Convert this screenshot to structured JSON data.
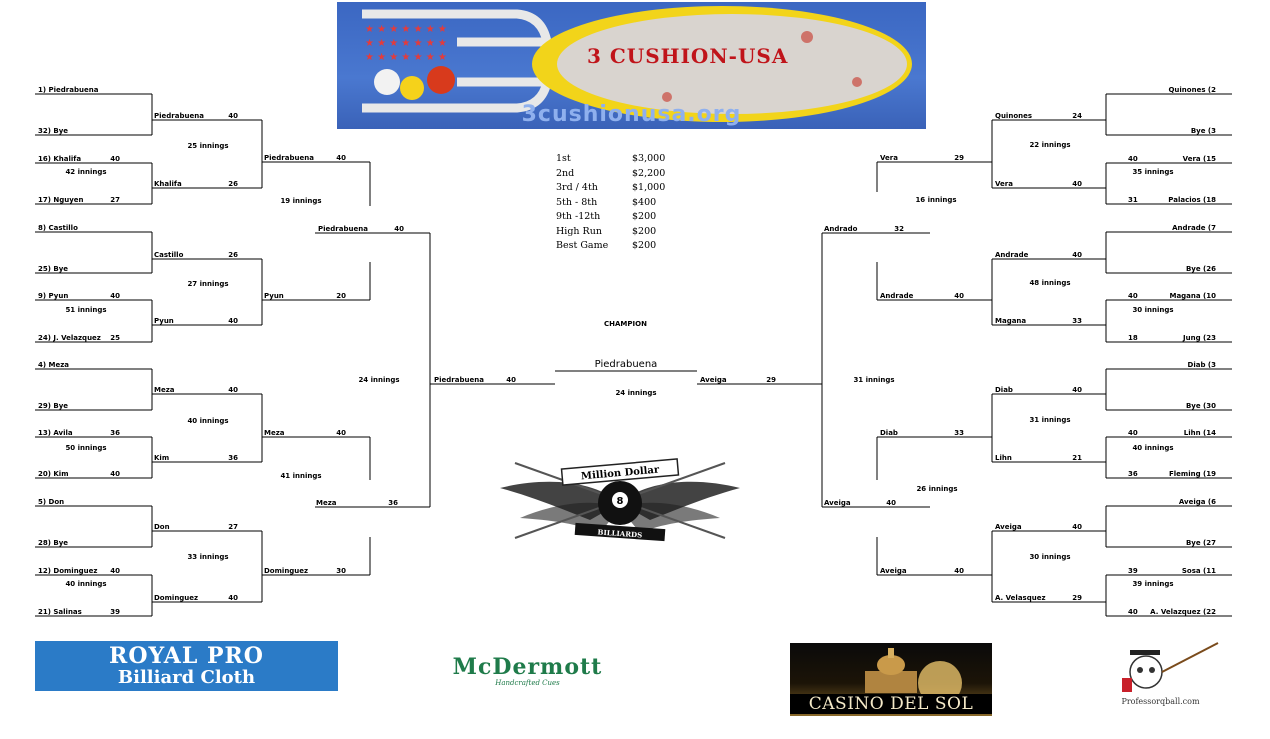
{
  "header": {
    "brand": "3 CUSHION-USA",
    "url": "3cushionusa.org"
  },
  "prizes": [
    {
      "place": "1st",
      "amount": "$3,000"
    },
    {
      "place": "2nd",
      "amount": "$2,200"
    },
    {
      "place": "3rd / 4th",
      "amount": "$1,000"
    },
    {
      "place": "5th - 8th",
      "amount": "$400"
    },
    {
      "place": "9th -12th",
      "amount": "$200"
    },
    {
      "place": "High Run",
      "amount": "$200"
    },
    {
      "place": "Best Game",
      "amount": "$200"
    }
  ],
  "center": {
    "champion_label": "CHAMPION",
    "champion_name": "Piedrabuena",
    "final_innings": "24 innings",
    "final_left_name": "Piedrabuena",
    "final_left_score": "40",
    "final_right_name": "Aveiga",
    "final_right_score": "29"
  },
  "left": {
    "r1": [
      {
        "name": "1) Piedrabuena",
        "score": ""
      },
      {
        "name": "32) Bye",
        "score": ""
      },
      {
        "name": "16) Khalifa",
        "score": "40"
      },
      {
        "name": "17) Nguyen",
        "score": "27"
      },
      {
        "name": "8) Castillo",
        "score": ""
      },
      {
        "name": "25) Bye",
        "score": ""
      },
      {
        "name": "9) Pyun",
        "score": "40"
      },
      {
        "name": "24) J. Velazquez",
        "score": "25"
      },
      {
        "name": "4) Meza",
        "score": ""
      },
      {
        "name": "29) Bye",
        "score": ""
      },
      {
        "name": "13) Avila",
        "score": "36"
      },
      {
        "name": "20) Kim",
        "score": "40"
      },
      {
        "name": "5) Don",
        "score": ""
      },
      {
        "name": "28) Bye",
        "score": ""
      },
      {
        "name": "12) Dominguez",
        "score": "40"
      },
      {
        "name": "21) Salinas",
        "score": "39"
      }
    ],
    "r1_innings": [
      "42 innings",
      "51 innings",
      "50 innings",
      "40 innings"
    ],
    "r2": [
      {
        "name": "Piedrabuena",
        "score": "40"
      },
      {
        "name": "Khalifa",
        "score": "26"
      },
      {
        "name": "Castillo",
        "score": "26"
      },
      {
        "name": "Pyun",
        "score": "40"
      },
      {
        "name": "Meza",
        "score": "40"
      },
      {
        "name": "Kim",
        "score": "36"
      },
      {
        "name": "Don",
        "score": "27"
      },
      {
        "name": "Dominguez",
        "score": "40"
      }
    ],
    "r2_innings": [
      "25 innings",
      "27 innings",
      "40 innings",
      "33 innings"
    ],
    "r3": [
      {
        "name": "Piedrabuena",
        "score": "40"
      },
      {
        "name": "Pyun",
        "score": "20"
      },
      {
        "name": "Meza",
        "score": "40"
      },
      {
        "name": "Dominguez",
        "score": "30"
      }
    ],
    "r3_innings": [
      "19 innings",
      "41 innings"
    ],
    "r4": [
      {
        "name": "Piedrabuena",
        "score": "40"
      },
      {
        "name": "Meza",
        "score": "36"
      }
    ],
    "r4_innings": "24 innings"
  },
  "right": {
    "r1": [
      {
        "name": "Quinones (2",
        "score": ""
      },
      {
        "name": "Bye (3",
        "score": ""
      },
      {
        "name": "Vera (15",
        "score": "40"
      },
      {
        "name": "Palacios (18",
        "score": "31"
      },
      {
        "name": "Andrade (7",
        "score": ""
      },
      {
        "name": "Bye (26",
        "score": ""
      },
      {
        "name": "Magana (10",
        "score": "40"
      },
      {
        "name": "Jung (23",
        "score": "18"
      },
      {
        "name": "Diab (3",
        "score": ""
      },
      {
        "name": "Bye (30",
        "score": ""
      },
      {
        "name": "Lihn (14",
        "score": "40"
      },
      {
        "name": "Fleming (19",
        "score": "36"
      },
      {
        "name": "Aveiga (6",
        "score": ""
      },
      {
        "name": "Bye (27",
        "score": ""
      },
      {
        "name": "Sosa (11",
        "score": "39"
      },
      {
        "name": "A. Velazquez (22",
        "score": "40"
      }
    ],
    "r1_innings": [
      "35 innings",
      "30 innings",
      "40 innings",
      "39 innings"
    ],
    "r2": [
      {
        "name": "Quinones",
        "score": "24"
      },
      {
        "name": "Vera",
        "score": "40"
      },
      {
        "name": "Andrade",
        "score": "40"
      },
      {
        "name": "Magana",
        "score": "33"
      },
      {
        "name": "Diab",
        "score": "40"
      },
      {
        "name": "Lihn",
        "score": "21"
      },
      {
        "name": "Aveiga",
        "score": "40"
      },
      {
        "name": "A. Velasquez",
        "score": "29"
      }
    ],
    "r2_innings": [
      "22 innings",
      "48 innings",
      "31 innings",
      "30 innings"
    ],
    "r3": [
      {
        "name": "Vera",
        "score": "29"
      },
      {
        "name": "Andrade",
        "score": "40"
      },
      {
        "name": "Diab",
        "score": "33"
      },
      {
        "name": "Aveiga",
        "score": "40"
      }
    ],
    "r3_innings": [
      "16 innings",
      "26 innings"
    ],
    "r4": [
      {
        "name": "Andrado",
        "score": "32"
      },
      {
        "name": "Aveiga",
        "score": "40"
      }
    ],
    "r4_innings": "31 innings"
  },
  "logos": {
    "million_top": "Million Dollar",
    "million_bottom": "BILLIARDS",
    "royal_line1": "ROYAL PRO",
    "royal_line2": "Billiard Cloth",
    "mcdermott": "McDermott",
    "mcdermott_tag": "Handcrafted Cues",
    "casino": "CASINO DEL SOL",
    "professor": "Professorqball.com"
  }
}
